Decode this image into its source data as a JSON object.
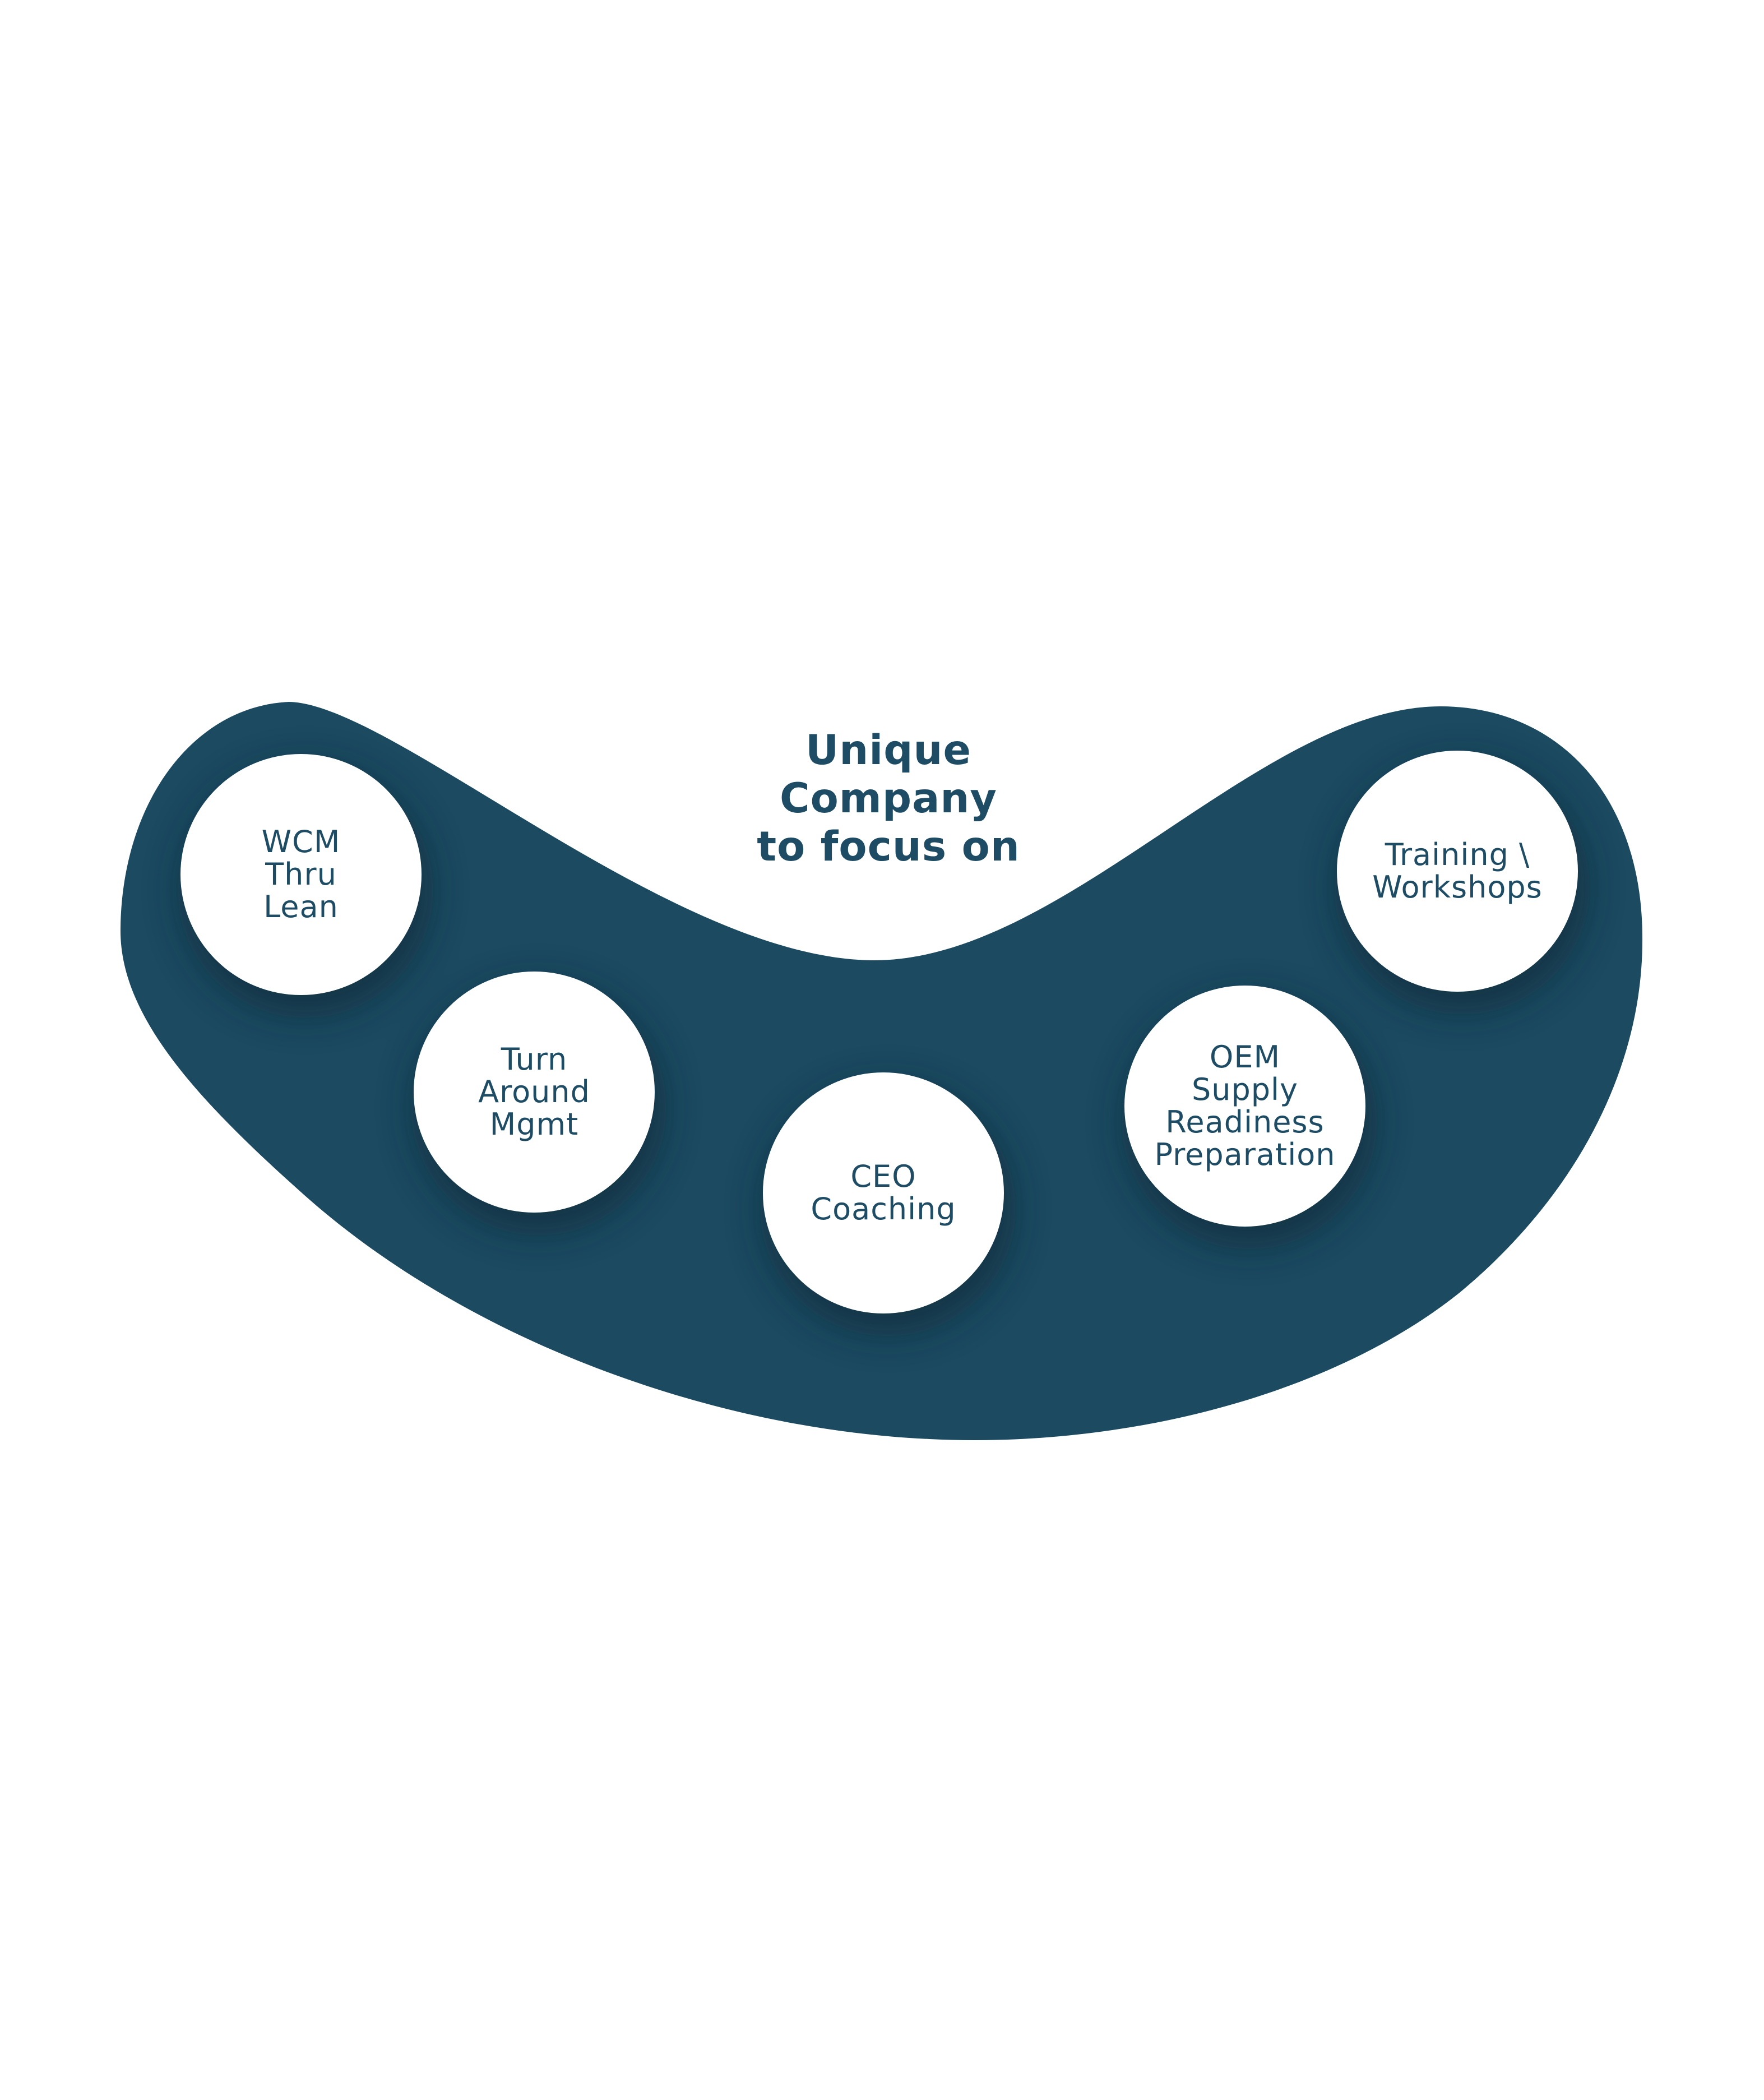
{
  "figure": {
    "title": "Unique\nCompany\nto focus on"
  },
  "nodes": [
    {
      "id": "wcm-thru-lean",
      "label": "WCM\nThru\nLean"
    },
    {
      "id": "turn-around-mgmt",
      "label": "Turn\nAround\nMgmt"
    },
    {
      "id": "ceo-coaching",
      "label": "CEO\nCoaching"
    },
    {
      "id": "oem-supply-readiness-preparation",
      "label": "OEM\nSupply\nReadiness\nPreparation"
    },
    {
      "id": "training-workshops",
      "label": "Training \\\nWorkshops"
    }
  ],
  "colors": {
    "background": "#ffffff",
    "blob": "#1b4a61",
    "text": "#1d4c64",
    "node_fill": "#ffffff",
    "node_shadow": "#07222f"
  }
}
